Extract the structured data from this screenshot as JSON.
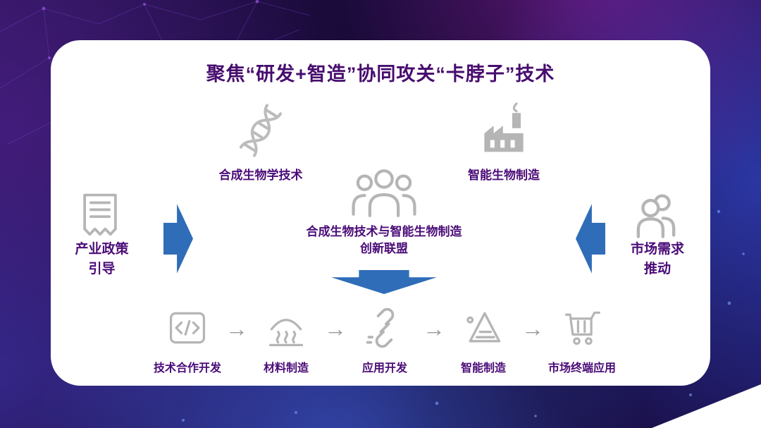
{
  "slide": {
    "title": "聚焦“研发+智造”协同攻关“卡脖子”技术"
  },
  "nodes": {
    "left": {
      "icon": "policy-document-icon",
      "label_line1": "产业政策",
      "label_line2": "引导"
    },
    "right": {
      "icon": "people-icon",
      "label_line1": "市场需求",
      "label_line2": "推动"
    },
    "top_left": {
      "icon": "dna-icon",
      "label": "合成生物学技术"
    },
    "top_right": {
      "icon": "factory-icon",
      "label": "智能生物制造"
    },
    "center": {
      "icon": "people-group-icon",
      "label_line1": "合成生物技术与智能生物制造",
      "label_line2": "创新联盟"
    }
  },
  "flow": {
    "arrow_char": "→",
    "steps": [
      {
        "icon": "code-document-icon",
        "label": "技术合作开发"
      },
      {
        "icon": "kiln-institution-icon",
        "label": "材料制造"
      },
      {
        "icon": "chain-link-icon",
        "label": "应用开发"
      },
      {
        "icon": "funnel-icon",
        "label": "智能制造"
      },
      {
        "icon": "shopping-cart-icon",
        "label": "市场终端应用"
      }
    ]
  },
  "colors": {
    "accent_blue": "#2f6db8",
    "title_purple": "#470d6e",
    "label_purple": "#4b0c78",
    "icon_gray": "#b5b5b5",
    "background_dark": "#1b0b3c",
    "card_white": "#ffffff"
  }
}
